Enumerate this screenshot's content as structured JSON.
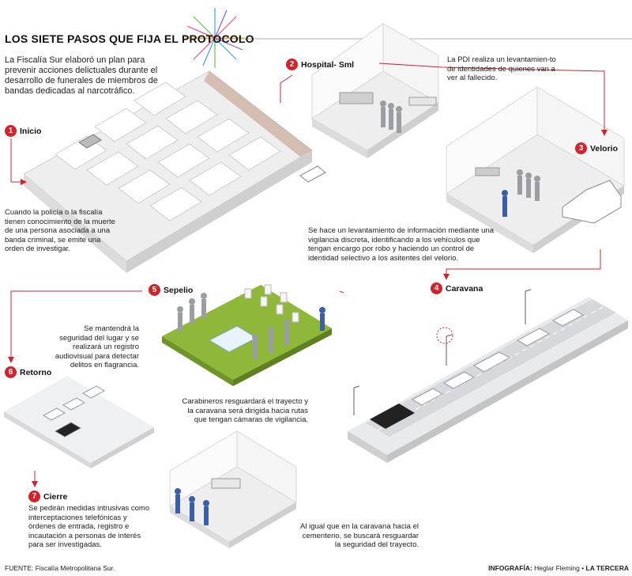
{
  "title": "LOS SIETE PASOS QUE FIJA EL PROTOCOLO",
  "intro": "La Fiscalía Sur elaboró un plan para prevenir acciones delictuales durante el desarrollo de funerales de miembros de bandas dedicadas al narcotráfico.",
  "steps": [
    {
      "num": "1",
      "label": "Inicio"
    },
    {
      "num": "2",
      "label": "Hospital- Sml"
    },
    {
      "num": "3",
      "label": "Velorio"
    },
    {
      "num": "4",
      "label": "Caravana"
    },
    {
      "num": "5",
      "label": "Sepelio"
    },
    {
      "num": "6",
      "label": "Retorno"
    },
    {
      "num": "7",
      "label": "Cierre"
    }
  ],
  "texts": {
    "inicio": "Cuando la policía o la fiscalía tienen conocimiento de la muerte de una persona asociada a una banda criminal, se emite una orden de investigar.",
    "hospital": "La PDI realiza un levantamien-to de identidades de quienes van a ver al fallecido.",
    "velorio": "Se hace un levantamiento de información mediante una vigilancia discreta, identificando a los vehículos que tengan encargo por robo y haciendo un control de identidad selectivo a los asitentes del velorio.",
    "sepelio": "Se mantendrá la seguridad del lugar y se realizará un registro audiovisual para detectar delitos en flagrancia.",
    "caravana": "Carabineros resguardará el trayecto y la caravana será dirigida hacia rutas que tengan cámaras de vigilancia.",
    "cierre": "Se pedirán medidas intrusivas como interceptaciones telefónicas y órdenes de entrada, registro e incautación a personas de interés para ser investigadas.",
    "retorno": "Al igual que en la caravana hacia el cementerio, se buscará resguardar la seguridad del trayecto."
  },
  "footer": {
    "source": "FUENTE: Fiscalía Metropolitana Sur.",
    "credit_label": "INFOGRAFÍA:",
    "credit_name": "Heglar Fleming •",
    "credit_outlet": "LA TERCERA"
  },
  "colors": {
    "accent": "#d3232a",
    "grass": "#8fb83a",
    "road": "#d9dcdf",
    "wall": "#f2f2f2",
    "figure": "#9a9ea3",
    "police": "#3a5fa8"
  }
}
